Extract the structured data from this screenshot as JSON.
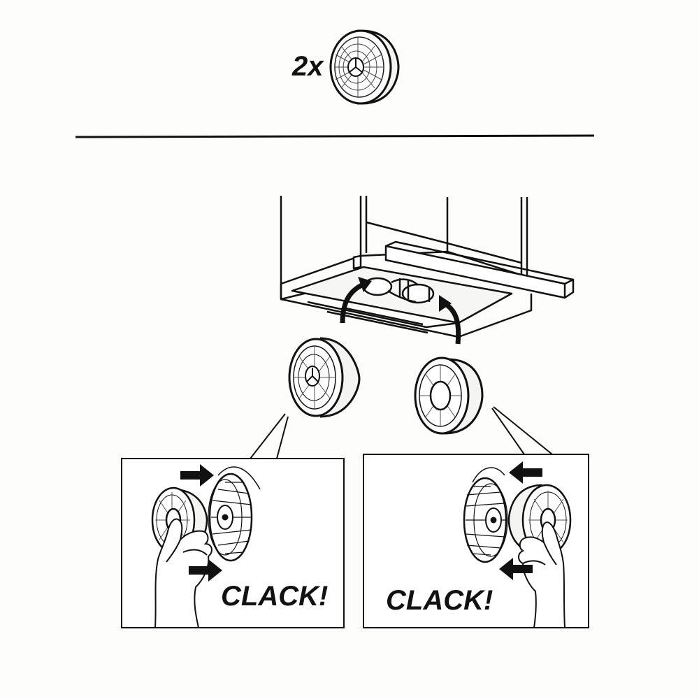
{
  "header": {
    "quantity_label": "2x",
    "part_icon": "carbon-filter-icon"
  },
  "steps": {
    "hood_icon": "cooker-hood-underside-icon",
    "insert_arrows_icon": "curved-up-arrow-icon",
    "left_detail": {
      "label": "CLACK!",
      "icons": [
        "filter-disc-icon",
        "blower-wheel-icon",
        "hand-icon",
        "push-right-arrow-icon"
      ]
    },
    "right_detail": {
      "label": "CLACK!",
      "icons": [
        "filter-disc-icon",
        "blower-wheel-icon",
        "hand-icon",
        "push-left-arrow-icon"
      ]
    }
  },
  "colors": {
    "ink": "#111111",
    "paper": "#fdfdfb",
    "shade": "#dcdcdc"
  }
}
